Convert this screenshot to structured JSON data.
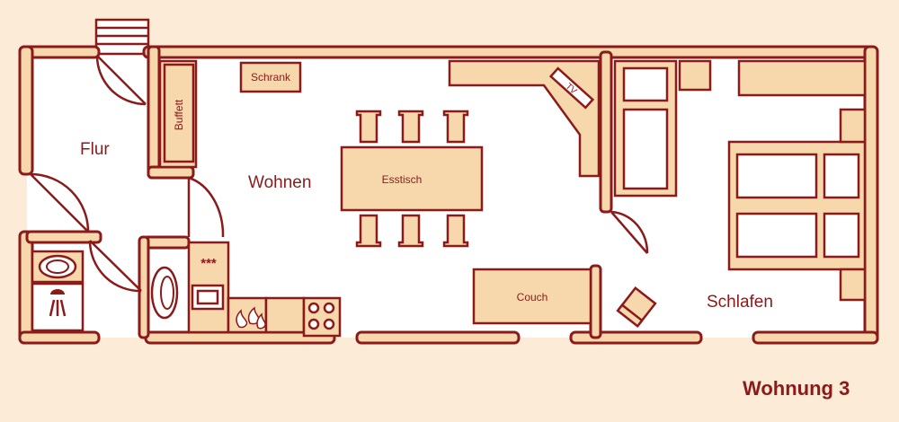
{
  "rooms": {
    "flur": "Flur",
    "wohnen": "Wohnen",
    "schlafen": "Schlafen"
  },
  "furniture": {
    "schrank": "Schrank",
    "buffett": "Buffett",
    "esstisch": "Esstisch",
    "tv": "TV",
    "couch": "Couch",
    "stove_marks": "***"
  },
  "title": "Wohnung 3",
  "colors": {
    "background": "#fcebd6",
    "wall_fill": "#f7d8ac",
    "line": "#8b1a1a",
    "floor": "#ffffff"
  }
}
